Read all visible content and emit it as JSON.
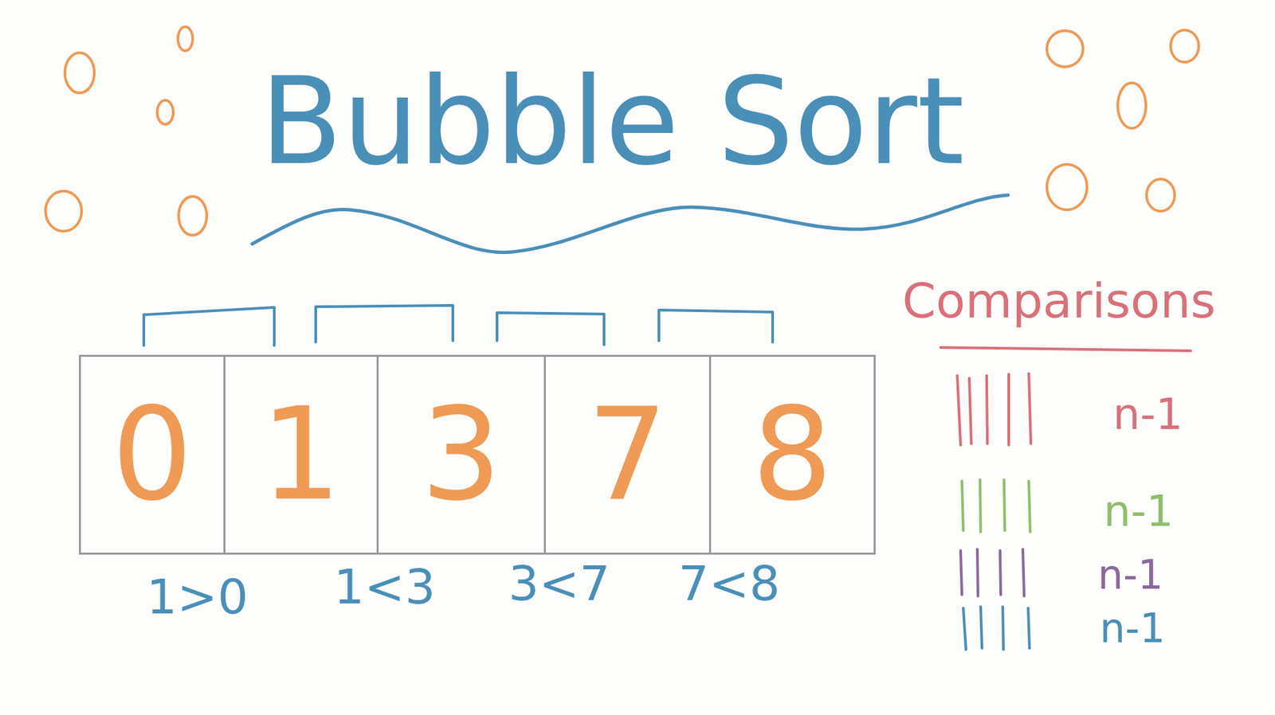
{
  "diagram": {
    "title": "Bubble Sort",
    "nodes": [
      {
        "text": [
          "0"
        ]
      },
      {
        "text": [
          "1"
        ]
      },
      {
        "text": [
          "3"
        ]
      },
      {
        "text": [
          "7"
        ]
      },
      {
        "text": [
          "8"
        ]
      }
    ],
    "labels": [
      "1>0",
      "1<3",
      "3<7",
      "7<8",
      "Comparisons",
      "n-1",
      "n-1",
      "n-1",
      "n-1"
    ]
  }
}
